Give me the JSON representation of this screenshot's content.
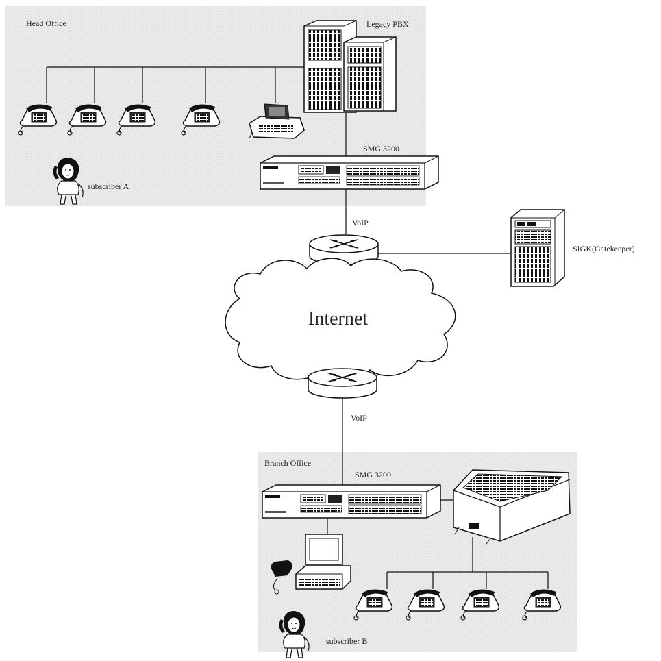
{
  "labels": {
    "head_office": "Head Office",
    "legacy_pbx": "Legacy PBX",
    "smg_top": "SMG 3200",
    "subscriber_a": "subscriber A",
    "voip_top": "VoIP",
    "sigk": "SIGK(Gatekeeper)",
    "internet": "Internet",
    "voip_bottom": "VoIP",
    "branch_office": "Branch Office",
    "smg_bottom": "SMG 3200",
    "subscriber_b": "subscriber B"
  },
  "icons": {
    "pbx": "server-rack-icon",
    "gateway": "gateway-appliance-icon",
    "router": "router-icon",
    "gatekeeper": "tower-server-icon",
    "cloud": "cloud-icon",
    "phone": "desk-phone-icon",
    "fax": "fax-icon",
    "computer": "computer-icon",
    "key_system": "key-system-unit-icon",
    "person": "person-on-phone-icon"
  },
  "colors": {
    "region_fill": "#e9e9e9",
    "stroke": "#1a1a1a",
    "device_fill": "#ffffff"
  }
}
